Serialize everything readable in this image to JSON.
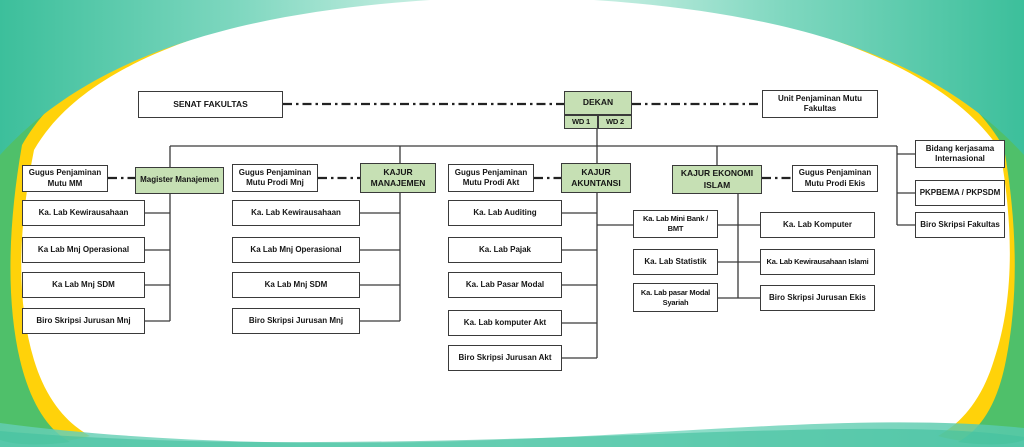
{
  "page": {
    "type": "organizational-chart-faculty"
  },
  "colors": {
    "box_fill_green": "#c6e0b4",
    "box_fill_white": "#ffffff",
    "box_border": "#3a3a3a",
    "connector_line": "#3a3a3a",
    "accent_teal": "#45c2a0",
    "accent_green": "#4fc06a",
    "accent_yellow": "#ffd20a"
  },
  "nodes": {
    "senat": "SENAT FAKULTAS",
    "dekan": "DEKAN",
    "wd1": "WD 1",
    "wd2": "WD 2",
    "unit_pm_fakultas": "Unit Penjaminan Mutu Fakultas",
    "gugus_mm": "Gugus Penjaminan Mutu MM",
    "magister_manajemen": "Magister Manajemen",
    "gugus_prodi_mnj": "Gugus Penjaminan Mutu Prodi Mnj",
    "kajur_manajemen": "KAJUR MANAJEMEN",
    "gugus_prodi_akt": "Gugus Penjaminan Mutu Prodi Akt",
    "kajur_akuntansi": "KAJUR AKUNTANSI",
    "kajur_ekonomi_islam": "KAJUR EKONOMI ISLAM",
    "gugus_prodi_ekis": "Gugus Penjaminan Mutu Prodi Ekis",
    "bidang_kerjasama": "Bidang kerjasama Internasional",
    "pkpbema": "PKPBEMA / PKPSDM",
    "biro_skripsi_fakultas": "Biro Skripsi Fakultas",
    "mm_kewirausahaan": "Ka. Lab Kewirausahaan",
    "mm_operasional": "Ka Lab Mnj Operasional",
    "mm_sdm": "Ka Lab Mnj SDM",
    "mm_biro_skripsi": "Biro Skripsi Jurusan Mnj",
    "mnj_kewirausahaan": "Ka. Lab Kewirausahaan",
    "mnj_operasional": "Ka Lab Mnj Operasional",
    "mnj_sdm": "Ka Lab Mnj SDM",
    "mnj_biro_skripsi": "Biro Skripsi Jurusan Mnj",
    "akt_auditing": "Ka. Lab Auditing",
    "akt_pajak": "Ka. Lab Pajak",
    "akt_pasar_modal": "Ka. Lab Pasar Modal",
    "akt_komputer": "Ka. Lab komputer Akt",
    "akt_biro_skripsi": "Biro Skripsi Jurusan Akt",
    "ekis_mini_bank": "Ka. Lab Mini Bank / BMT",
    "ekis_statistik": "Ka. Lab Statistik",
    "ekis_pasar_modal_syariah": "Ka. Lab pasar Modal Syariah",
    "ekis_komputer": "Ka. Lab Komputer",
    "ekis_kewirausahaan_islami": "Ka. Lab Kewirausahaan Islami",
    "ekis_biro_skripsi": "Biro Skripsi Jurusan Ekis"
  }
}
